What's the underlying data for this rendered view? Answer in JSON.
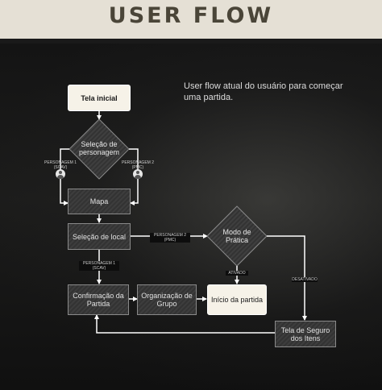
{
  "header": {
    "title": "USER FLOW"
  },
  "intro": "User flow atual do usuário para começar uma partida.",
  "nodes": {
    "tela_inicial": "Tela inicial",
    "selecao_personagem": "Seleção de personagem",
    "mapa": "Mapa",
    "selecao_local": "Seleção de local",
    "modo_pratica": "Modo de Prática",
    "confirmacao_partida": "Confirmação da Partida",
    "organizacao_grupo": "Organização de Grupo",
    "inicio_partida": "Início da partida",
    "tela_seguro": "Tela de Seguro dos Itens"
  },
  "edges": {
    "p1_left": "PERSONAGEM 1 (SCAV)",
    "p2_right": "PERSONAGEM 2 (PMC)",
    "p2_local": "PERSONAGEM 2 (PMC)",
    "p1_local": "PERSONAGEM 1 (SCAV)",
    "ativado": "ATIVADO",
    "desativado": "DESATIVADO"
  },
  "icons": [
    "user-icon",
    "user-icon"
  ],
  "colors": {
    "header_bg": "#e5e0d5",
    "header_text": "#4a4538",
    "node_light": "#f6f2e8",
    "connector": "#ffffff"
  }
}
